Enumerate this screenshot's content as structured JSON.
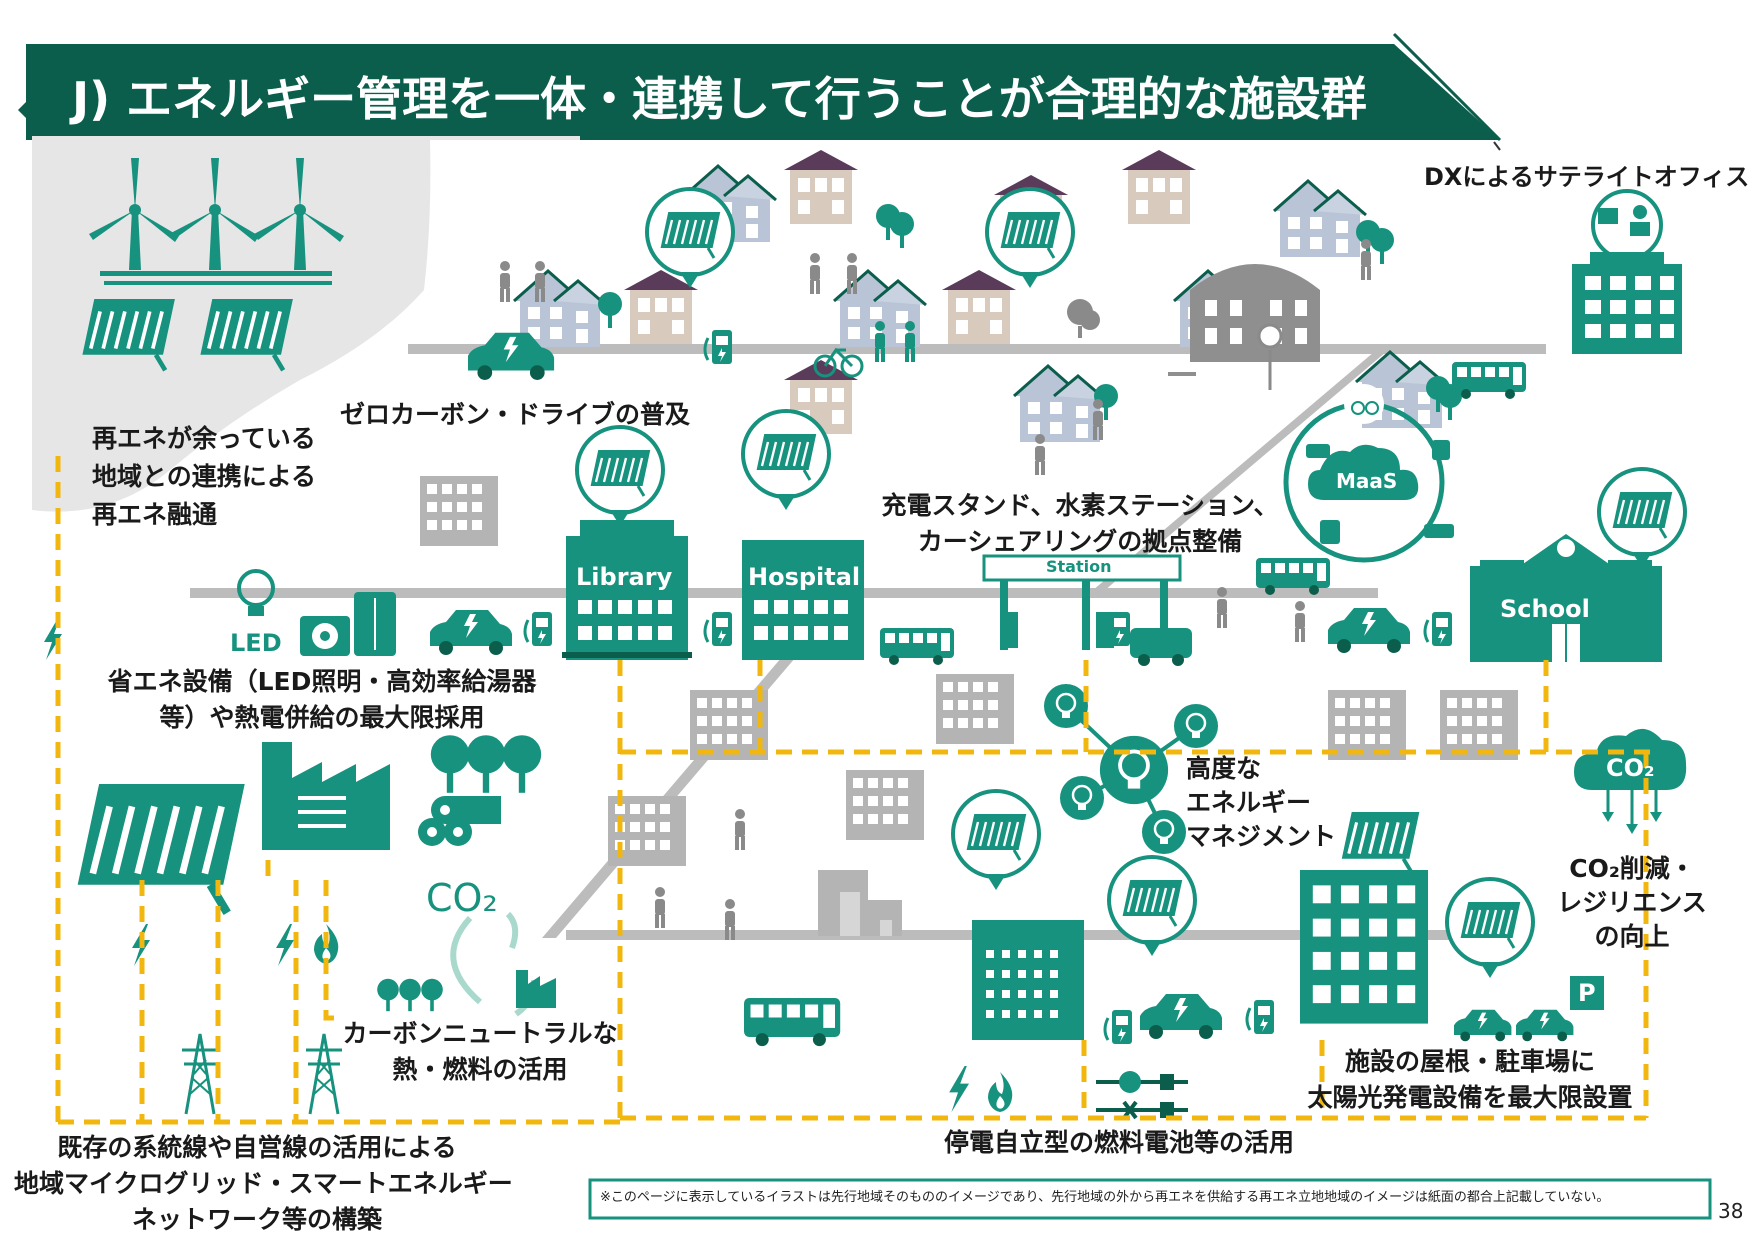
{
  "title": "J) エネルギー管理を一体・連携して行うことが合理的な施設群",
  "labels": {
    "satellite_office": "DXによるサテライトオフィス",
    "zero_carbon_drive": "ゼロカーボン・ドライブの普及",
    "renewable_region": [
      "再エネが余っている",
      "地域との連携による",
      "再エネ融通"
    ],
    "charging_station": [
      "充電スタンド、水素ステーション、",
      "カーシェアリングの拠点整備"
    ],
    "energy_saving": [
      "省エネ設備（LED照明・高効率給湯器",
      "等）や熱電併給の最大限採用"
    ],
    "advanced_energy": [
      "高度な",
      "エネルギー",
      "マネジメント"
    ],
    "co2_reduction": [
      "CO₂削減・",
      "レジリエンス",
      "の向上"
    ],
    "carbon_neutral": [
      "カーボンニュートラルな",
      "熱・燃料の活用"
    ],
    "solar_roof": [
      "施設の屋根・駐車場に",
      "太陽光発電設備を最大限設置"
    ],
    "fuel_cell": "停電自立型の燃料電池等の活用",
    "microgrid": [
      "既存の系統線や自営線の活用による",
      "地域マイクログリッド・スマートエネルギー",
      "ネットワーク等の構築"
    ]
  },
  "building_labels": {
    "library": "Library",
    "hospital": "Hospital",
    "station": "Station",
    "school": "School",
    "maas": "MaaS",
    "led": "LED",
    "co2_cloud": "CO₂",
    "co2_cycle": "CO₂",
    "parking": "P"
  },
  "footnote": "※このページに表示しているイラストは先行地域そのもののイメージであり、先行地域の外から再エネを供給する再エネ立地地域のイメージは紙面の都合上記載していない。",
  "page_number": "38",
  "colors": {
    "brand": "#0b5e4c",
    "teal": "#16927e",
    "dash": "#f2b70f",
    "road": "#bcbcbc",
    "gray_building": "#b4b4b4",
    "house_blue": "#b9c5d6",
    "house_beige": "#d8cbbd",
    "roof_dark": "#5a3b5a"
  },
  "icons": [
    "wind-turbine-icon",
    "solar-panel-icon",
    "factory-icon",
    "forest-icon",
    "logs-icon",
    "power-tower-icon",
    "lightning-icon",
    "flame-icon",
    "ev-car-icon",
    "bus-icon",
    "bicycle-icon",
    "pedestrian-icon",
    "house-icon",
    "bulb-icon",
    "cloud-icon",
    "parking-icon",
    "outlet-icon",
    "clock-icon"
  ]
}
